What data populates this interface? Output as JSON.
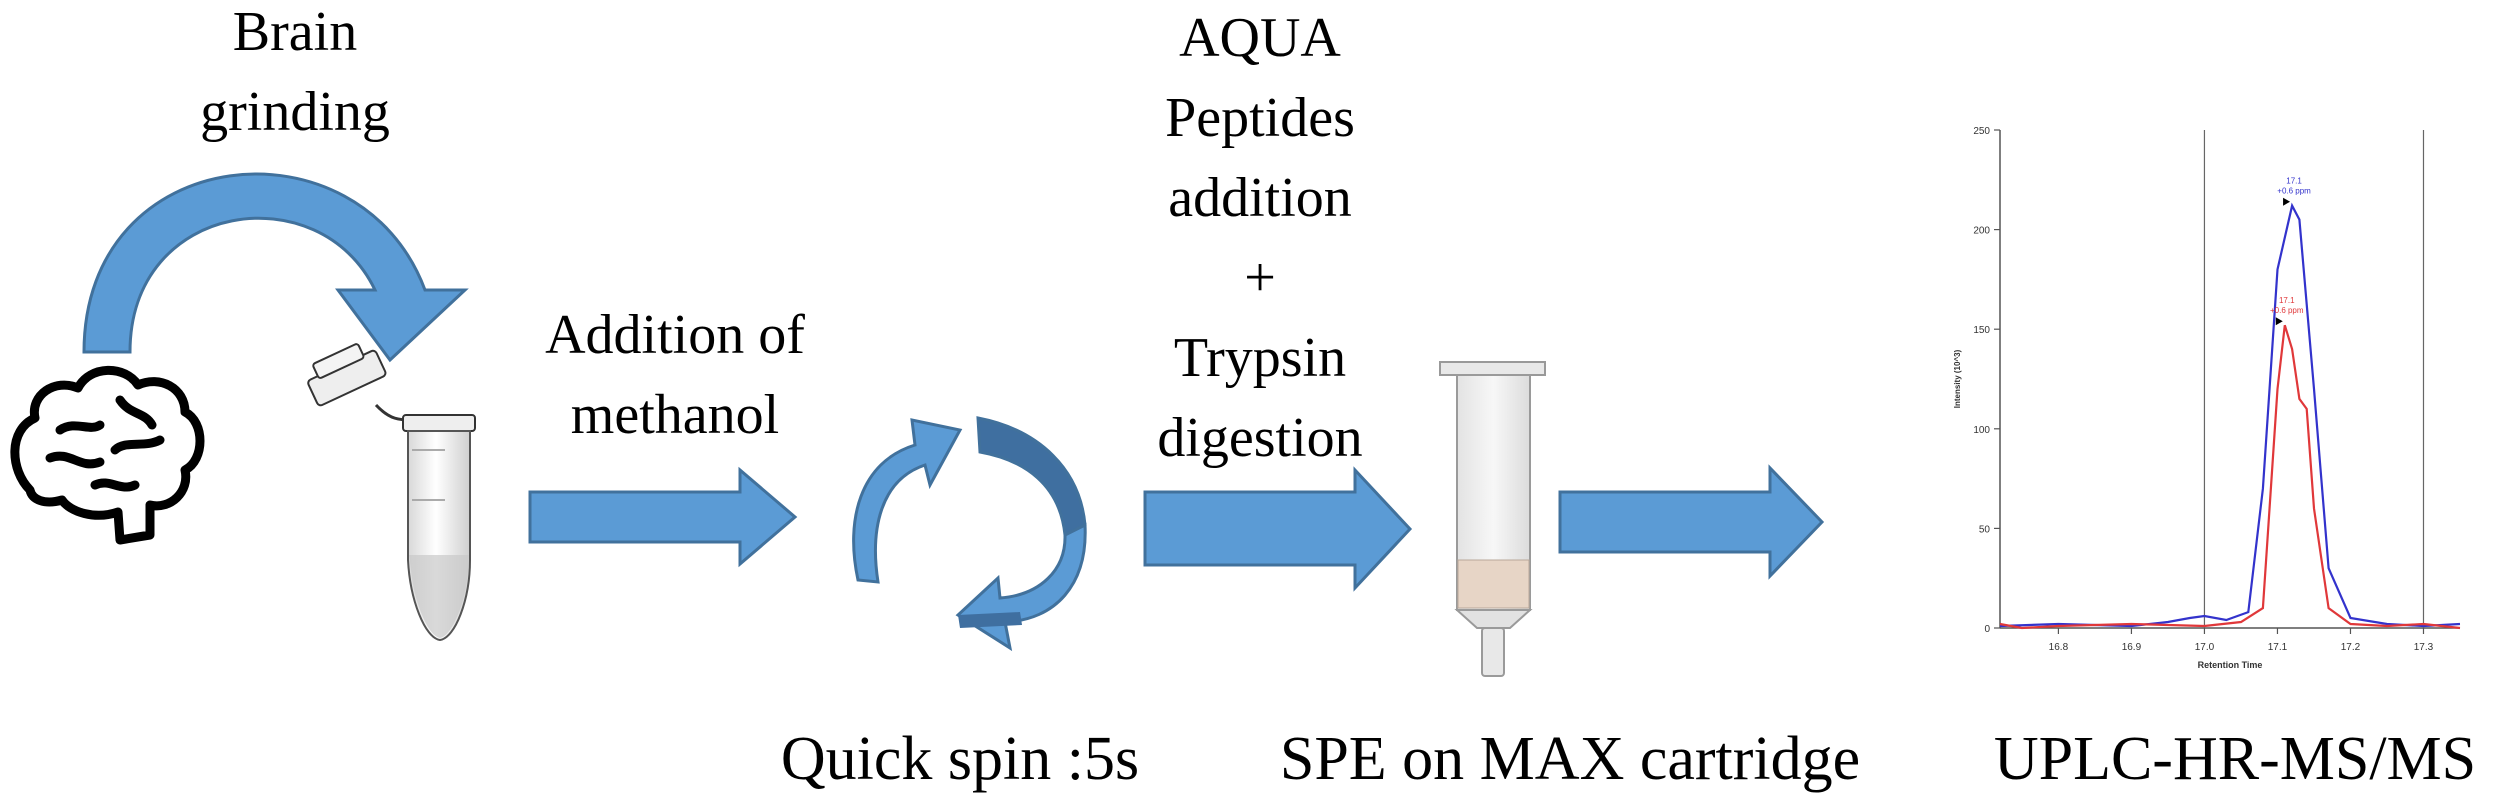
{
  "labels": {
    "brain_grinding": [
      "Brain",
      "grinding"
    ],
    "addition_of_methanol": [
      "Addition of",
      "methanol"
    ],
    "aqua_trypsin": [
      "AQUA",
      "Peptides",
      "addition",
      "+",
      "Trypsin",
      "digestion"
    ],
    "quick_spin": "Quick spin :5s",
    "spe_max": "SPE on MAX cartridge",
    "uplc": "UPLC-HR-MS/MS"
  },
  "colors": {
    "arrow_fill": "#5b9bd5",
    "arrow_stroke": "#41719c",
    "cycle_dark": "#3f6fa0",
    "series_blue": "#3333cc",
    "series_red": "#e0383a",
    "axis_gray": "#555555"
  },
  "icons": [
    "brain-icon",
    "eppendorf-tube-icon",
    "spe-cartridge-icon",
    "cycle-arrows-icon"
  ],
  "chart_data": {
    "type": "line",
    "xlabel": "Retention Time",
    "ylabel": "Intensity (10^3)",
    "xlim": [
      16.72,
      17.35
    ],
    "ylim": [
      0,
      250
    ],
    "xticks": [
      "16.8",
      "16.9",
      "17.0",
      "17.1",
      "17.2",
      "17.3"
    ],
    "yticks": [
      "0",
      "50",
      "100",
      "150",
      "200",
      "250"
    ],
    "vlines": [
      17.0,
      17.3
    ],
    "series": [
      {
        "color": "#3333cc",
        "x": [
          16.72,
          16.8,
          16.9,
          16.95,
          16.98,
          17.0,
          17.03,
          17.06,
          17.08,
          17.1,
          17.12,
          17.13,
          17.15,
          17.17,
          17.2,
          17.25,
          17.3,
          17.35
        ],
        "y": [
          1,
          2,
          1,
          3,
          5,
          6,
          4,
          8,
          70,
          180,
          212,
          205,
          120,
          30,
          5,
          2,
          1,
          2
        ]
      },
      {
        "color": "#e0383a",
        "x": [
          16.72,
          16.75,
          16.8,
          16.9,
          17.0,
          17.05,
          17.08,
          17.1,
          17.11,
          17.12,
          17.13,
          17.14,
          17.15,
          17.17,
          17.2,
          17.25,
          17.3,
          17.35
        ],
        "y": [
          2,
          0,
          1,
          2,
          1,
          3,
          10,
          120,
          152,
          140,
          115,
          110,
          60,
          10,
          2,
          1,
          2,
          0
        ]
      }
    ],
    "annotations": [
      {
        "x": 17.12,
        "y": 212,
        "text": [
          "17.1",
          "+0.6 ppm"
        ],
        "color": "#3333cc"
      },
      {
        "x": 17.11,
        "y": 152,
        "text": [
          "17.1",
          "+0.6 ppm"
        ],
        "color": "#e0383a"
      }
    ]
  }
}
